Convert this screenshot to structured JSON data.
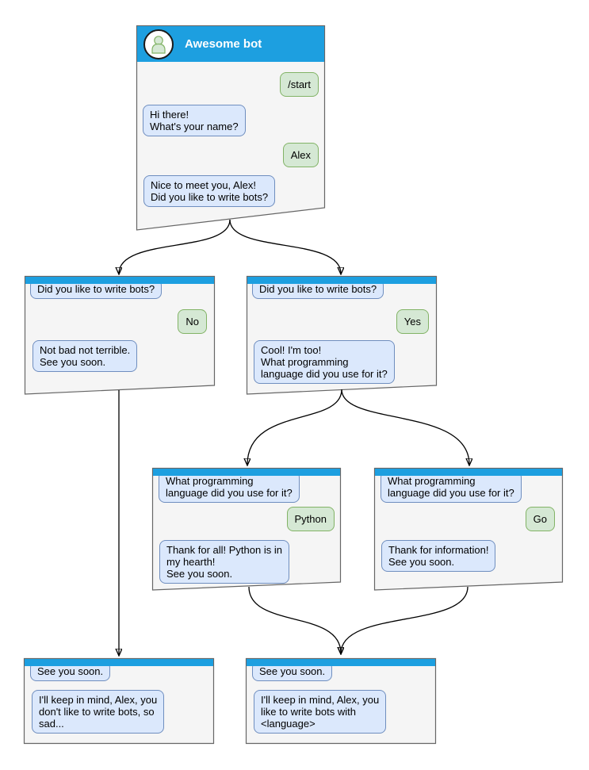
{
  "palette": {
    "header_blue": "#1d9fe0",
    "window_fill": "#f5f5f5",
    "window_border": "#666666",
    "bot_bubble_fill": "#dbe8fc",
    "bot_bubble_border": "#6f8ebf",
    "user_bubble_fill": "#d5e8d4",
    "user_bubble_border": "#82b366",
    "arrow_color": "#000000"
  },
  "diagram": {
    "windows": [
      {
        "name": "start",
        "title": "Awesome bot",
        "messages": [
          {
            "from": "user",
            "text": "/start"
          },
          {
            "from": "bot",
            "text": "Hi there!\nWhat's your name?"
          },
          {
            "from": "user",
            "text": "Alex"
          },
          {
            "from": "bot",
            "text": "Nice to meet you, Alex!\nDid you like to write bots?"
          }
        ]
      },
      {
        "name": "branch-no",
        "messages": [
          {
            "from": "bot",
            "text": "Did you like to write bots?"
          },
          {
            "from": "user",
            "text": "No"
          },
          {
            "from": "bot",
            "text": "Not bad not terrible.\nSee you soon."
          }
        ]
      },
      {
        "name": "branch-yes",
        "messages": [
          {
            "from": "bot",
            "text": "Did you like to write bots?"
          },
          {
            "from": "user",
            "text": "Yes"
          },
          {
            "from": "bot",
            "text": "Cool! I'm too!\nWhat programming\nlanguage did you use for it?"
          }
        ]
      },
      {
        "name": "branch-python",
        "messages": [
          {
            "from": "bot",
            "text": "What programming\nlanguage did you use for it?"
          },
          {
            "from": "user",
            "text": "Python"
          },
          {
            "from": "bot",
            "text": "Thank for all! Python is in\nmy hearth!\nSee you soon."
          }
        ]
      },
      {
        "name": "branch-go",
        "messages": [
          {
            "from": "bot",
            "text": "What programming\nlanguage did you use for it?"
          },
          {
            "from": "user",
            "text": "Go"
          },
          {
            "from": "bot",
            "text": "Thank for information!\nSee you soon."
          }
        ]
      },
      {
        "name": "end-no",
        "messages": [
          {
            "from": "bot",
            "text": "See you soon."
          },
          {
            "from": "bot",
            "text": "I'll keep in mind, Alex, you\ndon't like to write bots, so\nsad..."
          }
        ]
      },
      {
        "name": "end-yes",
        "messages": [
          {
            "from": "bot",
            "text": "See you soon."
          },
          {
            "from": "bot",
            "text": "I'll keep in mind, Alex, you\nlike to write bots with\n<language>"
          }
        ]
      }
    ]
  }
}
